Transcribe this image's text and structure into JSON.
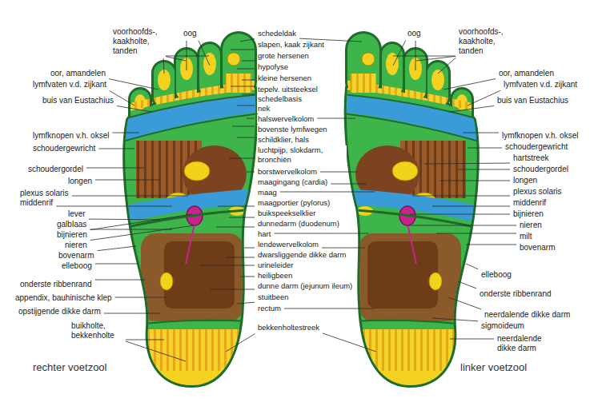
{
  "diagram": {
    "labels": [
      "voorhoofds-, kaakholte, tanden",
      "oog",
      "oor, amandelen",
      "lymfvaten v.d. zijkant",
      "buis van Eustachius",
      "lymfknopen v.h. oksel",
      "schoudergewricht",
      "schoudergordel",
      "longen",
      "plexus solaris",
      "middenrif",
      "lever",
      "galblaas",
      "bijnieren",
      "nieren",
      "bovenarm",
      "elleboog",
      "onderste ribbenrand",
      "appendix, bauhinische klep",
      "opstijgende dikke darm",
      "buikholte, bekkenholte",
      "rechter voetzool",
      "schedeldak",
      "slapen, kaak zijkant",
      "grote hersenen",
      "hypofyse",
      "kleine hersenen",
      "tepelv. uitsteeksel",
      "schedelbasis",
      "nek",
      "halswervelkolom",
      "bovenste lymfwegen",
      "schildklier, hals",
      "luchtpijp, slokdarm, bronchiën",
      "borstwervelkolom",
      "maagingang (cardia)",
      "maag",
      "maagportier (pylorus)",
      "buikspeekselklier",
      "dunnedarm (duodenum)",
      "hart",
      "lendewervelkolom",
      "dwarsliggende dikke darm",
      "urineleider",
      "heiligbeen",
      "dunne darm (jejunum ileum)",
      "stuitbeen",
      "rectum",
      "bekkenholtestreek",
      "oog",
      "voorhoofds-, kaakholte, tanden",
      "oor, amandelen",
      "lymfvaten v.d. zijkant",
      "buis van Eustachius",
      "lymfknopen v.h. oksel",
      "schoudergewricht",
      "hartstreek",
      "schoudergordel",
      "longen",
      "plexus solaris",
      "middenrif",
      "bijnieren",
      "nieren",
      "milt",
      "bovenarm",
      "elleboog",
      "onderste ribbenrand",
      "neerdalende dikke darm",
      "sigmoideum",
      "neerdalende dikke darm",
      "linker voetzool"
    ]
  }
}
